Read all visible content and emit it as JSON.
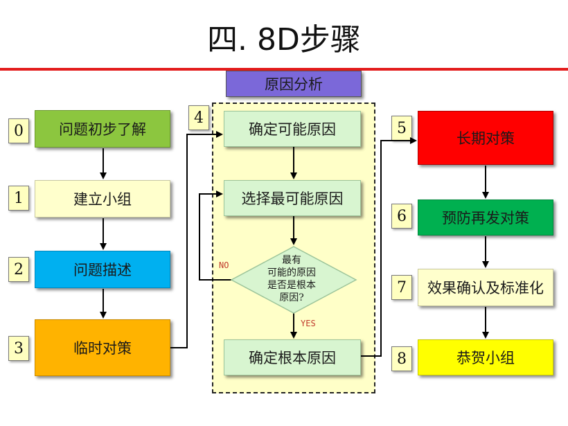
{
  "title": "四. 8D步骤",
  "header_box": "原因分析",
  "left": [
    {
      "num": "0",
      "label": "问题初步了解",
      "color": "#8cc63f"
    },
    {
      "num": "1",
      "label": "建立小组",
      "color": "#ffffcc"
    },
    {
      "num": "2",
      "label": "问题描述",
      "color": "#00b0f0"
    },
    {
      "num": "3",
      "label": "临时对策",
      "color": "#ffb300"
    }
  ],
  "middle": {
    "num": "4",
    "step1": "确定可能原因",
    "step2": "选择最可能原因",
    "decision": "最有\n可能的原因\n是否是根本\n原因?",
    "step3": "确定根本原因",
    "no_label": "NO",
    "yes_label": "YES"
  },
  "right": [
    {
      "num": "5",
      "label": "长期对策",
      "color": "#ff0000"
    },
    {
      "num": "6",
      "label": "预防再发对策",
      "color": "#00b050"
    },
    {
      "num": "7",
      "label": "效果确认及标准化",
      "color": "#ffffcc"
    },
    {
      "num": "8",
      "label": "恭贺小组",
      "color": "#ffff00"
    }
  ]
}
